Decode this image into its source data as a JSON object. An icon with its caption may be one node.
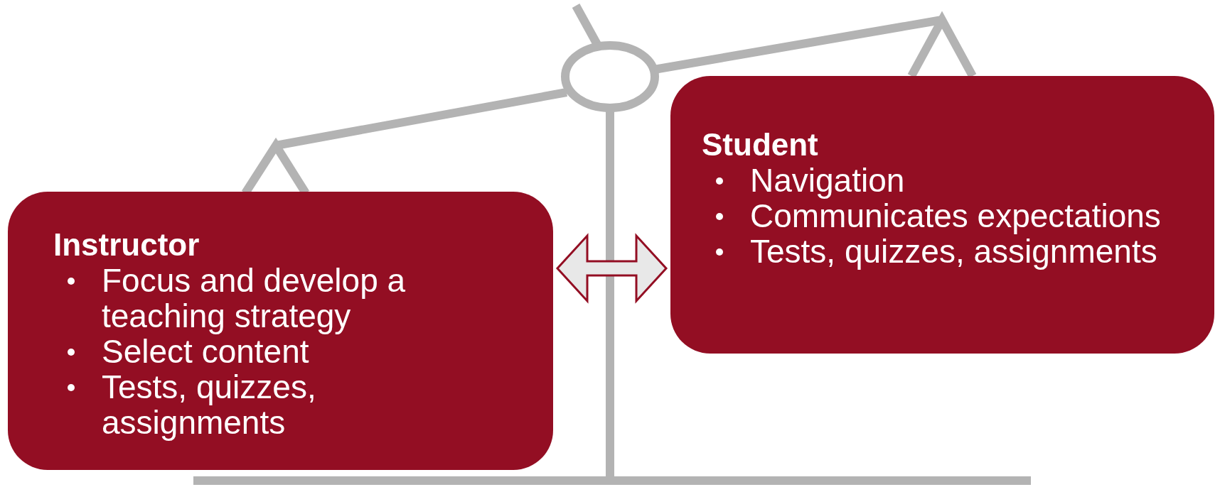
{
  "diagram": {
    "nodes": [
      {
        "text": [
          "Instructor",
          "Focus and develop a teaching strategy",
          "Select content",
          "Tests, quizzes, assignments"
        ]
      },
      {
        "text": [
          "Student",
          "Navigation",
          "Communicates expectations",
          "Tests, quizzes, assignments"
        ]
      }
    ],
    "edges": [
      {
        "from": 0,
        "to": 1,
        "arrow": "both"
      }
    ]
  }
}
